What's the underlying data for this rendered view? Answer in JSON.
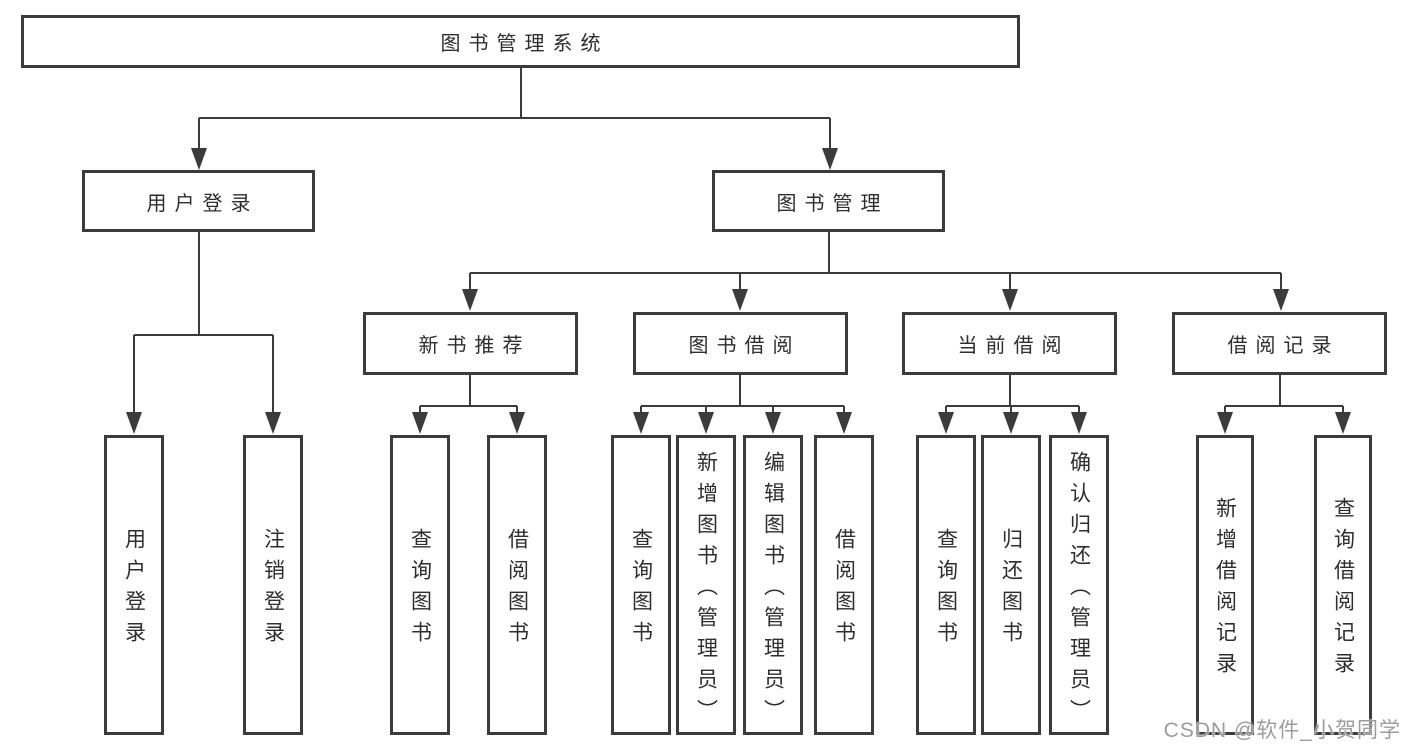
{
  "nodes": {
    "root": "图书管理系统",
    "level2": [
      "用户登录",
      "图书管理"
    ],
    "level3": [
      "新书推荐",
      "图书借阅",
      "当前借阅",
      "借阅记录"
    ],
    "leaves_user": [
      "用户登录",
      "注销登录"
    ],
    "leaves_newbook": [
      "查询图书",
      "借阅图书"
    ],
    "leaves_borrow": [
      "查询图书",
      "新增图书（管理员）",
      "编辑图书（管理员）",
      "借阅图书"
    ],
    "leaves_current": [
      "查询图书",
      "归还图书",
      "确认归还（管理员）"
    ],
    "leaves_records": [
      "新增借阅记录",
      "查询借阅记录"
    ]
  },
  "watermark": "CSDN @软件_小贺同学",
  "colors": {
    "line": "#3b3b3b",
    "text": "#2e2e2e",
    "watermark": "#9c9c9c",
    "background": "#ffffff"
  }
}
